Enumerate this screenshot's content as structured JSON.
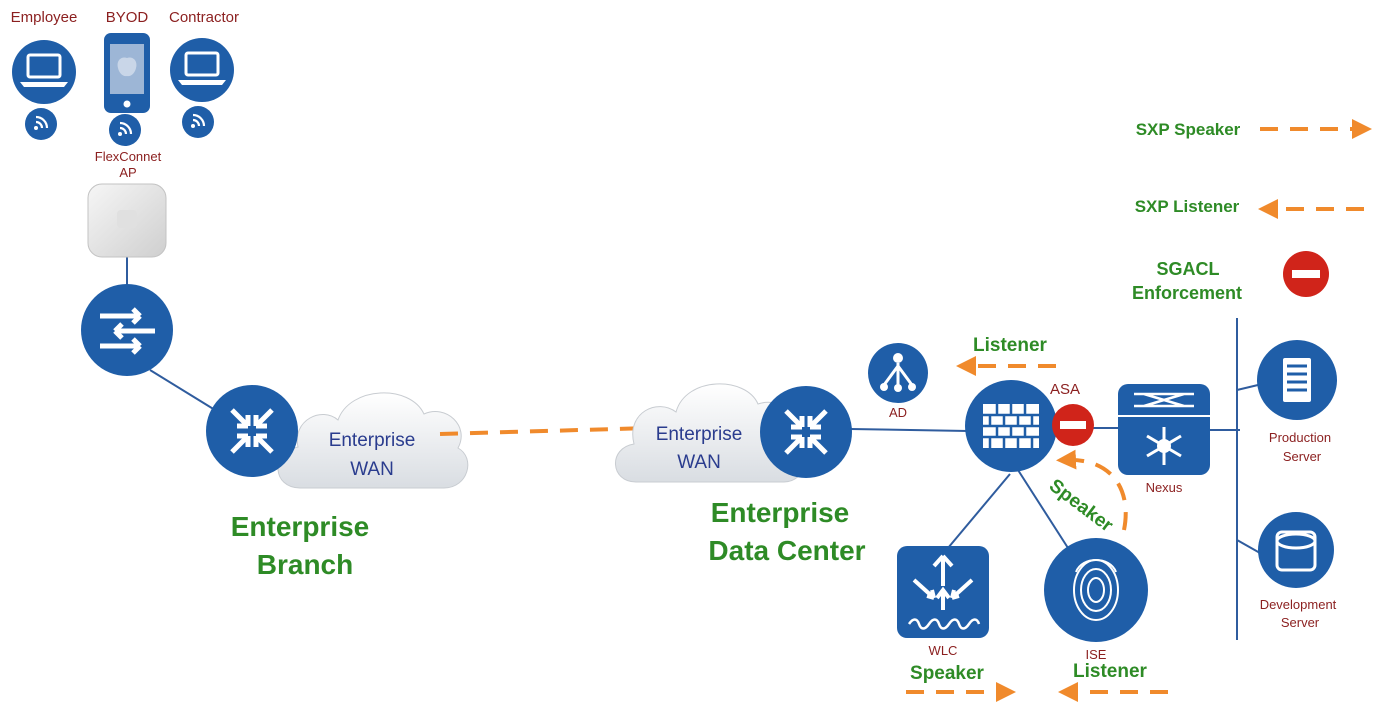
{
  "devices": {
    "employee": "Employee",
    "byod": "BYOD",
    "contractor": "Contractor",
    "ap_line1": "FlexConnet",
    "ap_line2": "AP",
    "ad": "AD",
    "asa": "ASA",
    "nexus": "Nexus",
    "wlc": "WLC",
    "ise": "ISE",
    "production_line1": "Production",
    "production_line2": "Server",
    "development_line1": "Development",
    "development_line2": "Server"
  },
  "clouds": {
    "branch_wan_line1": "Enterprise",
    "branch_wan_line2": "WAN",
    "dc_wan_line1": "Enterprise",
    "dc_wan_line2": "WAN"
  },
  "sites": {
    "branch_line1": "Enterprise",
    "branch_line2": "Branch",
    "dc_line1": "Enterprise",
    "dc_line2": "Data Center"
  },
  "roles": {
    "listener_top": "Listener",
    "speaker_diag": "Speaker",
    "wlc_speaker": "Speaker",
    "ise_listener": "Listener"
  },
  "legend": {
    "sxp_speaker": "SXP Speaker",
    "sxp_listener": "SXP Listener",
    "sgacl_line1": "SGACL",
    "sgacl_line2": "Enforcement"
  },
  "colors": {
    "device_blue": "#1f5ea8",
    "sxp_orange": "#f08a2c",
    "label_green": "#2e8b26",
    "enforcement_red": "#d0241a"
  }
}
